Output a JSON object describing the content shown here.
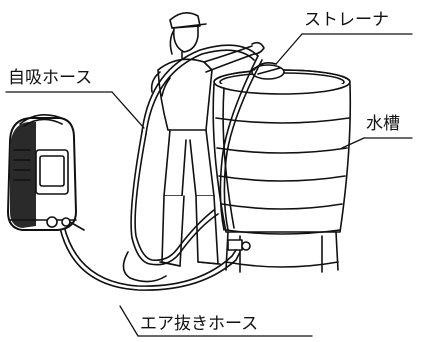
{
  "labels": {
    "strainer": "ストレーナ",
    "tank": "水槽",
    "suction_hose": "自吸ホース",
    "drain_hose": "エア抜きホース"
  },
  "colors": {
    "ink": "#111111",
    "fill": "#ffffff",
    "shade": "#2a2a2a"
  }
}
